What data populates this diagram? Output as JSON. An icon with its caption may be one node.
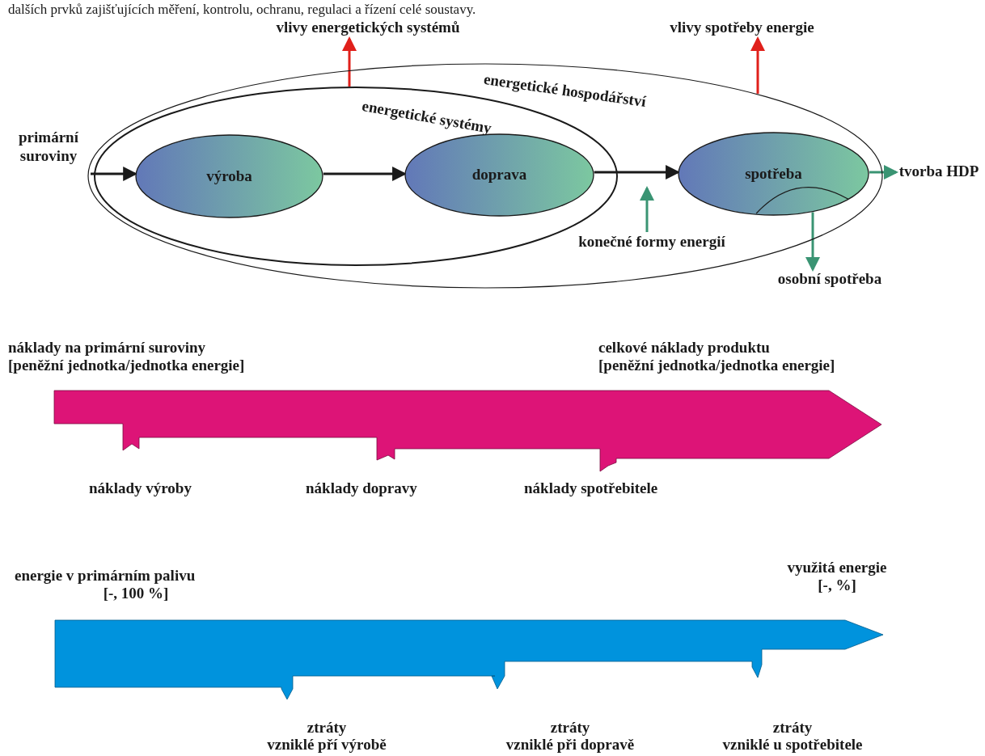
{
  "diagram": {
    "nodes": [
      {
        "text": [
          "energetické hospodářství"
        ]
      },
      {
        "text": [
          "energetické systémy"
        ],
        "in": 0
      },
      {
        "text": [
          "výroba"
        ],
        "in": 1
      },
      {
        "text": [
          "doprava"
        ],
        "in": 1
      },
      {
        "text": [
          "spotřeba"
        ],
        "in": 0
      },
      {
        "text": [
          "primární suroviny"
        ]
      },
      {
        "text": [
          "vlivy energetických systémů"
        ]
      },
      {
        "text": [
          "vlivy spotřeby energie"
        ]
      },
      {
        "text": [
          "tvorba HDP"
        ]
      },
      {
        "text": [
          "konečné formy energií"
        ],
        "in": 0
      },
      {
        "text": [
          "osobní spotřeba"
        ]
      }
    ],
    "edges": [
      {
        "from": 5,
        "to": 2,
        "arrow": "to"
      },
      {
        "from": 2,
        "to": 3,
        "arrow": "to"
      },
      {
        "from": 3,
        "to": 4,
        "arrow": "to"
      },
      {
        "from": 1,
        "to": 6,
        "arrow": "to",
        "color": "#e0201b"
      },
      {
        "from": 0,
        "to": 7,
        "arrow": "to",
        "color": "#e0201b"
      },
      {
        "from": 4,
        "to": 8,
        "arrow": "to",
        "color": "#3a9473"
      },
      {
        "from": 9,
        "to": null,
        "arrow": "to",
        "color": "#3a9473"
      },
      {
        "from": 4,
        "to": 10,
        "arrow": "to",
        "color": "#3a9473"
      }
    ],
    "labels": [
      "dalších prvků zajišťujících měření, kontrolu, ochranu, regulaci a řízení celé soustavy.",
      "náklady na primární suroviny",
      "[peněžní jednotka/jednotka energie]",
      "celkové náklady produktu",
      "[peněžní jednotka/jednotka energie]",
      "náklady výroby",
      "náklady dopravy",
      "náklady spotřebitele",
      "energie v primárním palivu",
      "[-, 100 %]",
      "využitá energie",
      "[-, %]",
      "ztráty",
      "vzniklé pří výrobě",
      "ztráty",
      "vzniklé při dopravě",
      "ztráty",
      "vzniklé u spotřebitele"
    ]
  }
}
